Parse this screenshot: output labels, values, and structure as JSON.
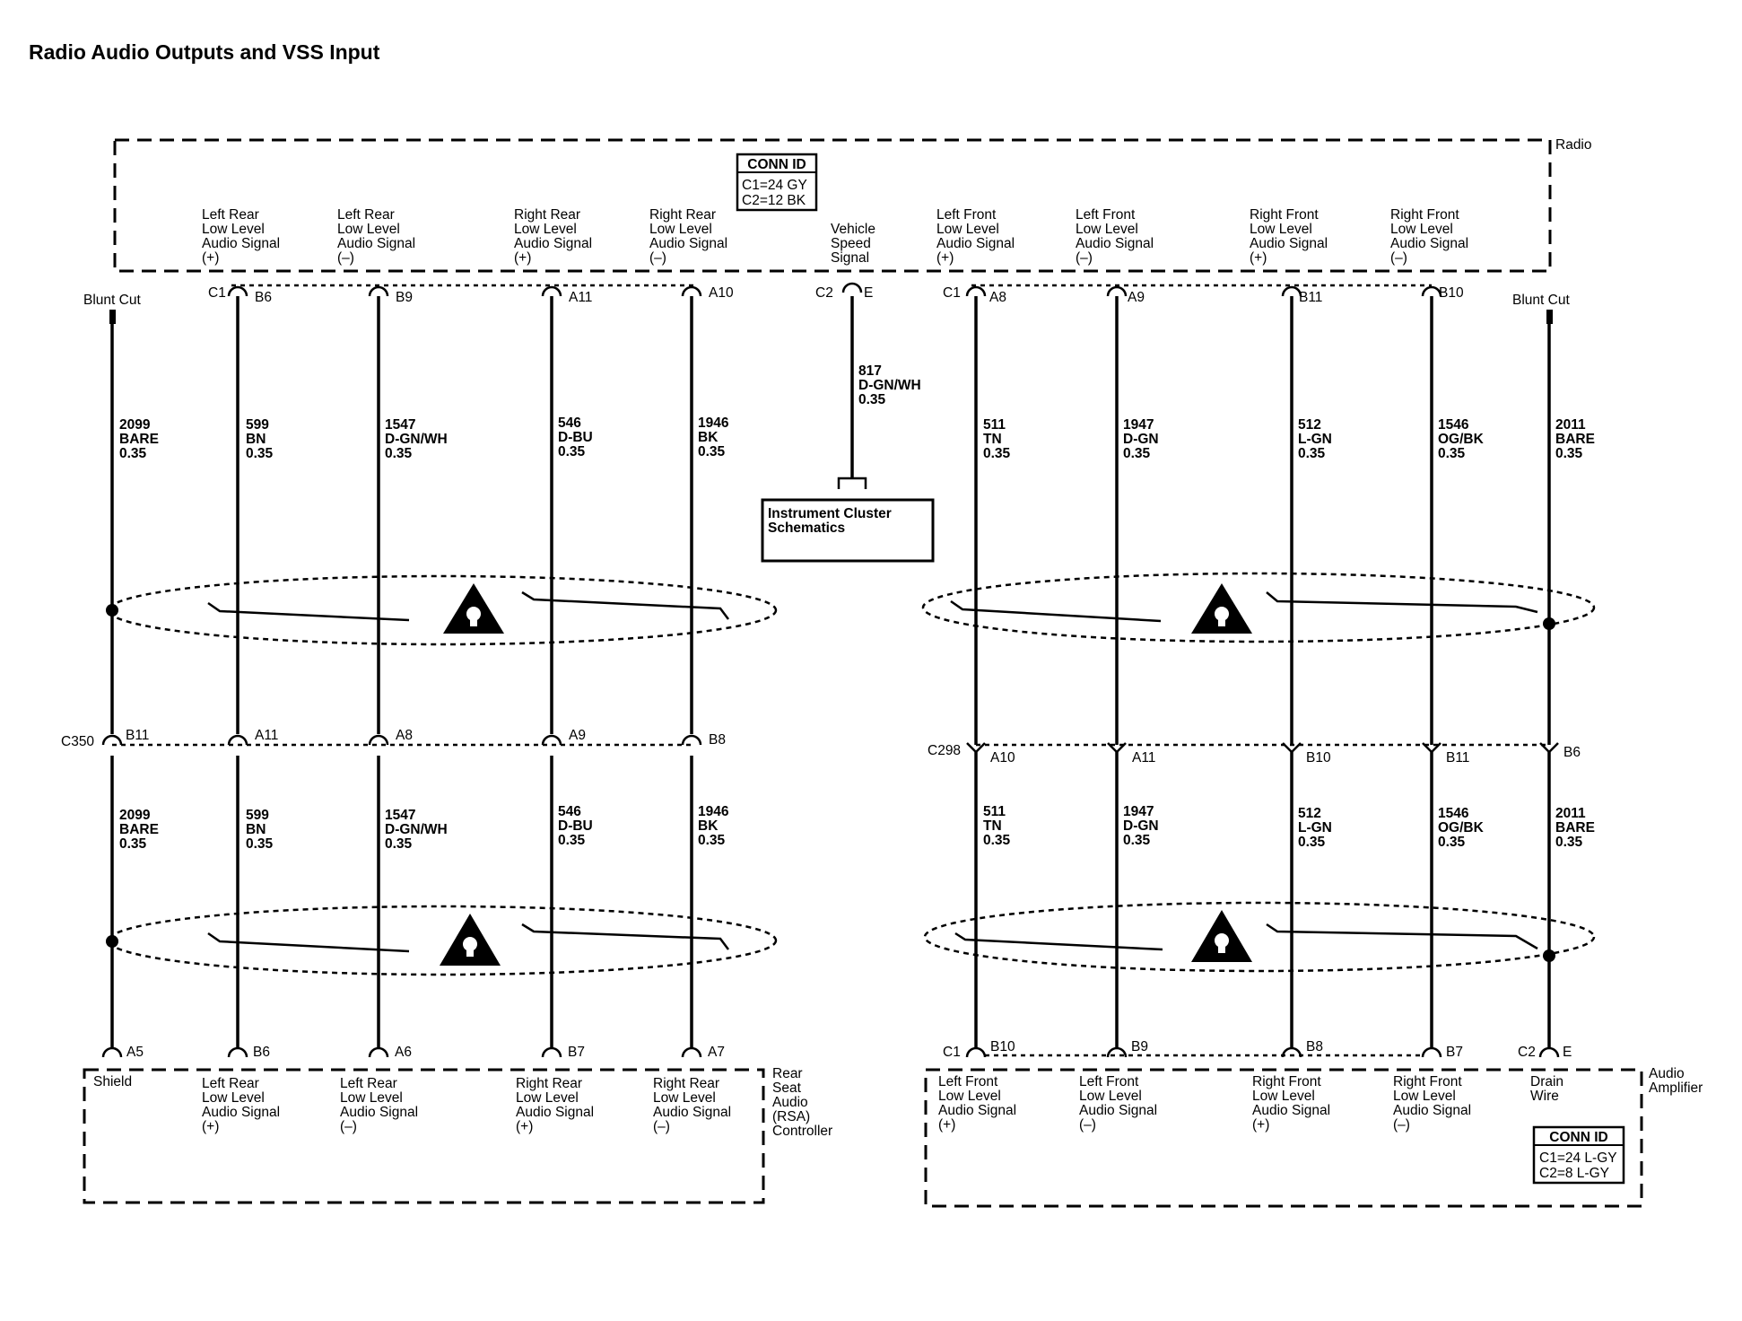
{
  "title": "Radio Audio Outputs and VSS Input",
  "radio": {
    "label": "Radio",
    "conn_id": {
      "header": "CONN ID",
      "lines": [
        "C1=24 GY",
        "C2=12 BK"
      ]
    },
    "signals": [
      [
        "Left Rear",
        "Low Level",
        "Audio Signal",
        "(+)"
      ],
      [
        "Left Rear",
        "Low Level",
        "Audio Signal",
        "(–)"
      ],
      [
        "Right Rear",
        "Low Level",
        "Audio Signal",
        "(+)"
      ],
      [
        "Right Rear",
        "Low Level",
        "Audio Signal",
        "(–)"
      ],
      [
        "Vehicle",
        "Speed",
        "Signal"
      ],
      [
        "Left Front",
        "Low Level",
        "Audio Signal",
        "(+)"
      ],
      [
        "Left Front",
        "Low Level",
        "Audio Signal",
        "(–)"
      ],
      [
        "Right Front",
        "Low Level",
        "Audio Signal",
        "(+)"
      ],
      [
        "Right Front",
        "Low Level",
        "Audio Signal",
        "(–)"
      ]
    ],
    "connector_left": "C1",
    "connector_vss": "C2",
    "connector_right": "C1",
    "pins": [
      "B6",
      "B9",
      "A11",
      "A10",
      "E",
      "A8",
      "A9",
      "B11",
      "B10"
    ]
  },
  "blunt_cut": "Blunt Cut",
  "vss": {
    "wire": [
      "817",
      "D-GN/WH",
      "0.35"
    ],
    "ref_box": [
      "Instrument Cluster",
      "Schematics"
    ]
  },
  "wires_rear": [
    [
      "2099",
      "BARE",
      "0.35"
    ],
    [
      "599",
      "BN",
      "0.35"
    ],
    [
      "1547",
      "D-GN/WH",
      "0.35"
    ],
    [
      "546",
      "D-BU",
      "0.35"
    ],
    [
      "1946",
      "BK",
      "0.35"
    ]
  ],
  "wires_front": [
    [
      "511",
      "TN",
      "0.35"
    ],
    [
      "1947",
      "D-GN",
      "0.35"
    ],
    [
      "512",
      "L-GN",
      "0.35"
    ],
    [
      "1546",
      "OG/BK",
      "0.35"
    ],
    [
      "2011",
      "BARE",
      "0.35"
    ]
  ],
  "c350": {
    "label": "C350",
    "pins": [
      "B11",
      "A11",
      "A8",
      "A9",
      "B8"
    ]
  },
  "c298": {
    "label": "C298",
    "pins": [
      "A10",
      "A11",
      "B10",
      "B11",
      "B6"
    ]
  },
  "rsa": {
    "label": [
      "Rear",
      "Seat",
      "Audio",
      "(RSA)",
      "Controller"
    ],
    "pins": [
      "A5",
      "B6",
      "A6",
      "B7",
      "A7"
    ],
    "signals": [
      [
        "Shield"
      ],
      [
        "Left Rear",
        "Low Level",
        "Audio Signal",
        "(+)"
      ],
      [
        "Left Rear",
        "Low Level",
        "Audio Signal",
        "(–)"
      ],
      [
        "Right Rear",
        "Low Level",
        "Audio Signal",
        "(+)"
      ],
      [
        "Right Rear",
        "Low Level",
        "Audio Signal",
        "(–)"
      ]
    ]
  },
  "amp": {
    "label": [
      "Audio",
      "Amplifier"
    ],
    "connector_c1": "C1",
    "connector_c2": "C2",
    "pins": [
      "B10",
      "B9",
      "B8",
      "B7",
      "E"
    ],
    "signals": [
      [
        "Left Front",
        "Low Level",
        "Audio Signal",
        "(+)"
      ],
      [
        "Left Front",
        "Low Level",
        "Audio Signal",
        "(–)"
      ],
      [
        "Right Front",
        "Low Level",
        "Audio Signal",
        "(+)"
      ],
      [
        "Right Front",
        "Low Level",
        "Audio Signal",
        "(–)"
      ],
      [
        "Drain",
        "Wire"
      ]
    ],
    "conn_id": {
      "header": "CONN ID",
      "lines": [
        "C1=24 L-GY",
        "C2=8 L-GY"
      ]
    }
  }
}
